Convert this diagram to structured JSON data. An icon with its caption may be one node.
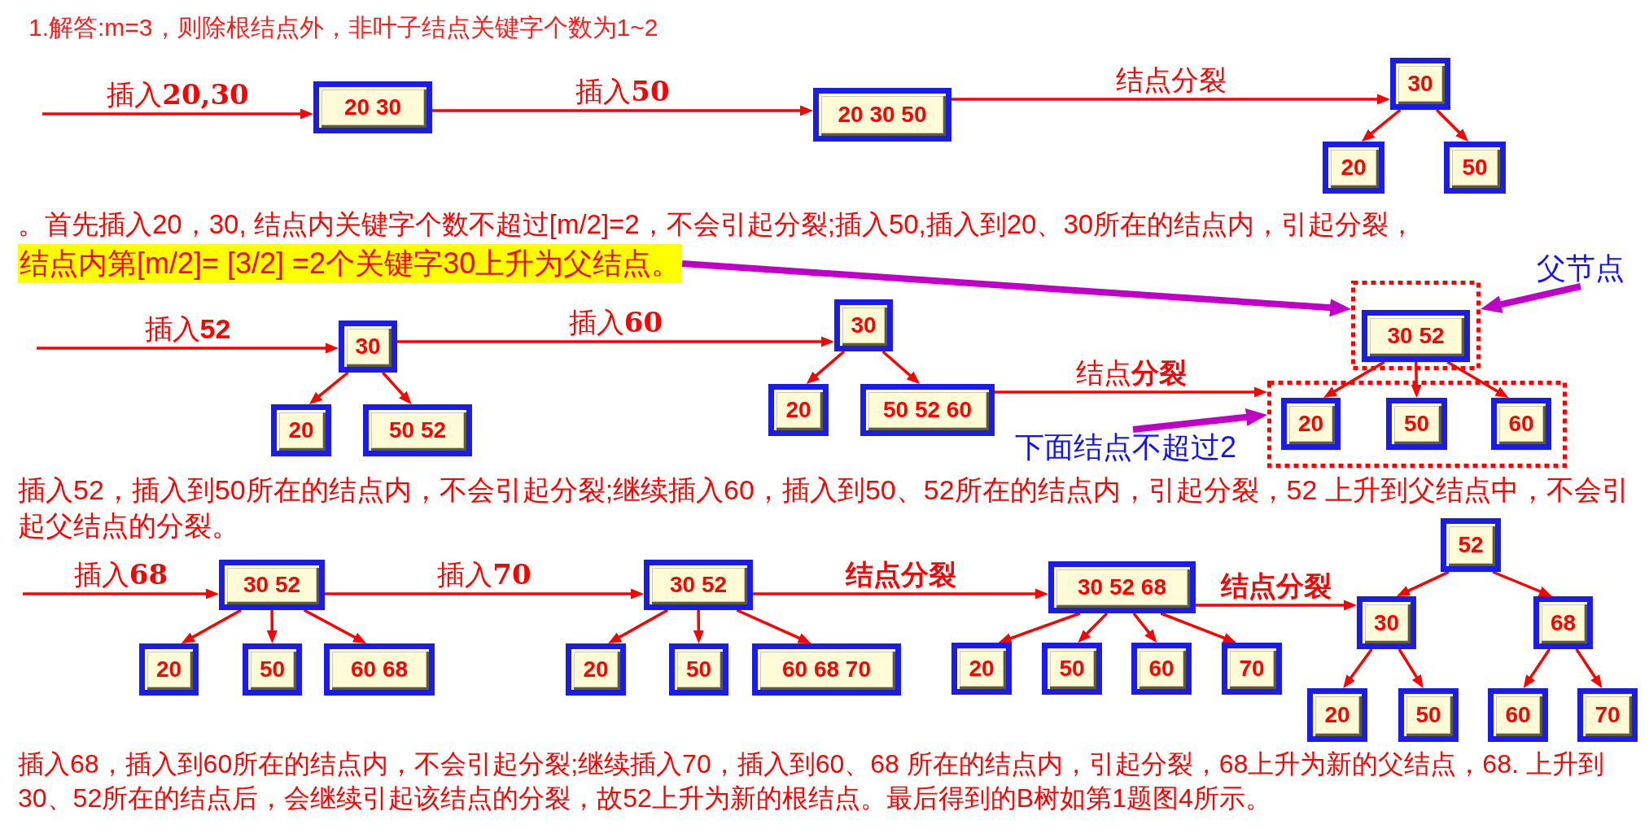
{
  "diagram": {
    "title": "1.解答:m=3，则除根结点外，非叶子结点关键字个数为1~2",
    "nodes": [
      {
        "text": [
          "20 30"
        ]
      },
      {
        "text": [
          "20 30 50"
        ]
      },
      {
        "text": [
          "30"
        ]
      },
      {
        "text": [
          "20"
        ]
      },
      {
        "text": [
          "50"
        ]
      },
      {
        "text": [
          "结点内第[m/2]= [3/2] =2个关键字30上升为父结点。"
        ]
      },
      {
        "text": [
          "30"
        ]
      },
      {
        "text": [
          "20"
        ]
      },
      {
        "text": [
          "50 52"
        ]
      },
      {
        "text": [
          "30"
        ]
      },
      {
        "text": [
          "20"
        ]
      },
      {
        "text": [
          "50 52 60"
        ]
      },
      {
        "text": [],
        "shape": "box"
      },
      {
        "text": [
          "30 52"
        ],
        "in": 12
      },
      {
        "text": [
          "父节点"
        ]
      },
      {
        "text": [],
        "shape": "box"
      },
      {
        "text": [
          "20"
        ],
        "in": 15
      },
      {
        "text": [
          "50"
        ],
        "in": 15
      },
      {
        "text": [
          "60"
        ],
        "in": 15
      },
      {
        "text": [
          "下面结点不超过2"
        ]
      },
      {
        "text": [
          "30 52"
        ]
      },
      {
        "text": [
          "20"
        ]
      },
      {
        "text": [
          "50"
        ]
      },
      {
        "text": [
          "60 68"
        ]
      },
      {
        "text": [
          "30 52"
        ]
      },
      {
        "text": [
          "20"
        ]
      },
      {
        "text": [
          "50"
        ]
      },
      {
        "text": [
          "60 68 70"
        ]
      },
      {
        "text": [
          "30 52 68"
        ]
      },
      {
        "text": [
          "20"
        ]
      },
      {
        "text": [
          "50"
        ]
      },
      {
        "text": [
          "60"
        ]
      },
      {
        "text": [
          "70"
        ]
      },
      {
        "text": [
          "52"
        ]
      },
      {
        "text": [
          "30"
        ]
      },
      {
        "text": [
          "68"
        ]
      },
      {
        "text": [
          "20"
        ]
      },
      {
        "text": [
          "50"
        ]
      },
      {
        "text": [
          "60"
        ]
      },
      {
        "text": [
          "70"
        ]
      }
    ],
    "edges": [
      {
        "from": null,
        "to": 0,
        "arrow": "to",
        "label": "插入**20,30**"
      },
      {
        "from": 0,
        "to": 1,
        "arrow": "to",
        "label": "插入**50**"
      },
      {
        "from": 1,
        "to": 2,
        "arrow": "to",
        "label": "结点分裂"
      },
      {
        "from": 2,
        "to": 3,
        "arrow": "to"
      },
      {
        "from": 2,
        "to": 4,
        "arrow": "to"
      },
      {
        "from": 5,
        "to": 12,
        "arrow": "to",
        "style": "thick",
        "color": "#c000c8"
      },
      {
        "from": 14,
        "to": 12,
        "arrow": "to",
        "style": "thick",
        "color": "#c000c8"
      },
      {
        "from": null,
        "to": 6,
        "arrow": "to",
        "label": "插入**52**"
      },
      {
        "from": 6,
        "to": 7,
        "arrow": "to"
      },
      {
        "from": 6,
        "to": 8,
        "arrow": "to"
      },
      {
        "from": 6,
        "to": 9,
        "arrow": "to",
        "label": "插入**60**"
      },
      {
        "from": 9,
        "to": 10,
        "arrow": "to"
      },
      {
        "from": 9,
        "to": 11,
        "arrow": "to"
      },
      {
        "from": 11,
        "to": 15,
        "arrow": "to",
        "label": "结点**分裂**"
      },
      {
        "from": 19,
        "to": 15,
        "arrow": "to",
        "style": "thick",
        "color": "#c000c8"
      },
      {
        "from": 13,
        "to": 16,
        "arrow": "to"
      },
      {
        "from": 13,
        "to": 17,
        "arrow": "to"
      },
      {
        "from": 13,
        "to": 18,
        "arrow": "to"
      },
      {
        "from": null,
        "to": 20,
        "arrow": "to",
        "label": "插入**68**"
      },
      {
        "from": 20,
        "to": 21,
        "arrow": "to"
      },
      {
        "from": 20,
        "to": 22,
        "arrow": "to"
      },
      {
        "from": 20,
        "to": 23,
        "arrow": "to"
      },
      {
        "from": 20,
        "to": 24,
        "arrow": "to",
        "label": "插入**70**"
      },
      {
        "from": 24,
        "to": 25,
        "arrow": "to"
      },
      {
        "from": 24,
        "to": 26,
        "arrow": "to"
      },
      {
        "from": 24,
        "to": 27,
        "arrow": "to"
      },
      {
        "from": 24,
        "to": 28,
        "arrow": "to",
        "label": "结点分裂"
      },
      {
        "from": 28,
        "to": 29,
        "arrow": "to"
      },
      {
        "from": 28,
        "to": 30,
        "arrow": "to"
      },
      {
        "from": 28,
        "to": 31,
        "arrow": "to"
      },
      {
        "from": 28,
        "to": 32,
        "arrow": "to"
      },
      {
        "from": 28,
        "to": 34,
        "arrow": "to",
        "label": "结点分裂"
      },
      {
        "from": 33,
        "to": 34,
        "arrow": "to"
      },
      {
        "from": 33,
        "to": 35,
        "arrow": "to"
      },
      {
        "from": 34,
        "to": 36,
        "arrow": "to"
      },
      {
        "from": 34,
        "to": 37,
        "arrow": "to"
      },
      {
        "from": 35,
        "to": 38,
        "arrow": "to"
      },
      {
        "from": 35,
        "to": 39,
        "arrow": "to"
      }
    ],
    "labels": [
      "。首先插入20，30, 结点内关键字个数不超过[m/2]=2，不会引起分裂;插入50,插入到20、30所在的结点内，引起分裂，",
      "插入52，插入到50所在的结点内，不会引起分裂;继续插入60，插入到50、52所在的结点内，引起分裂，52 上升到父结点中，不会引起父结点的分裂。",
      "插入68，插入到60所在的结点内，不会引起分裂;继续插入70，插入到60、68 所在的结点内，引起分裂，68上升为新的父结点，68. 上升到30、52所在的结点后，会继续引起该结点的分裂，故52上升为新的根结点。最后得到的B树如第1题图4所示。"
    ]
  }
}
